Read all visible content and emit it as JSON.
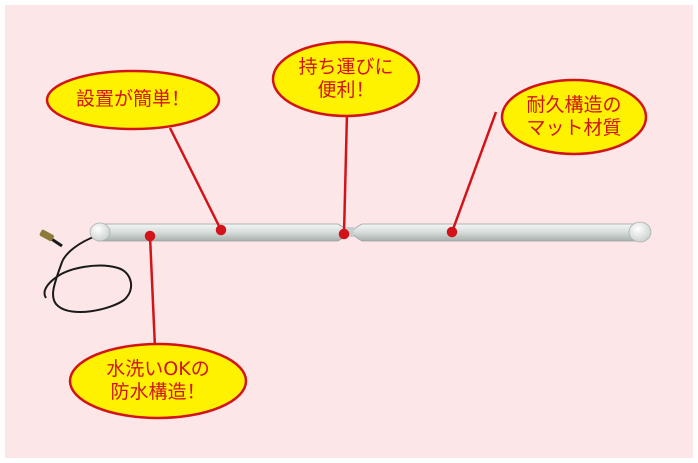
{
  "callouts": [
    {
      "id": "easy-install",
      "lines": [
        "設置が簡単！"
      ]
    },
    {
      "id": "portable",
      "lines": [
        "持ち運びに",
        "便利！"
      ]
    },
    {
      "id": "durable",
      "lines": [
        "耐久構造の",
        "マット材質"
      ]
    },
    {
      "id": "waterproof",
      "lines": [
        "水洗いOKの",
        "防水構造！"
      ]
    }
  ],
  "colors": {
    "background": "#fde6e7",
    "bubble_fill": "#fff200",
    "bubble_stroke": "#d2141a",
    "text": "#d2141a",
    "leader": "#d2141a",
    "rod": "#d6dddb",
    "cable": "#1a1a1a"
  }
}
